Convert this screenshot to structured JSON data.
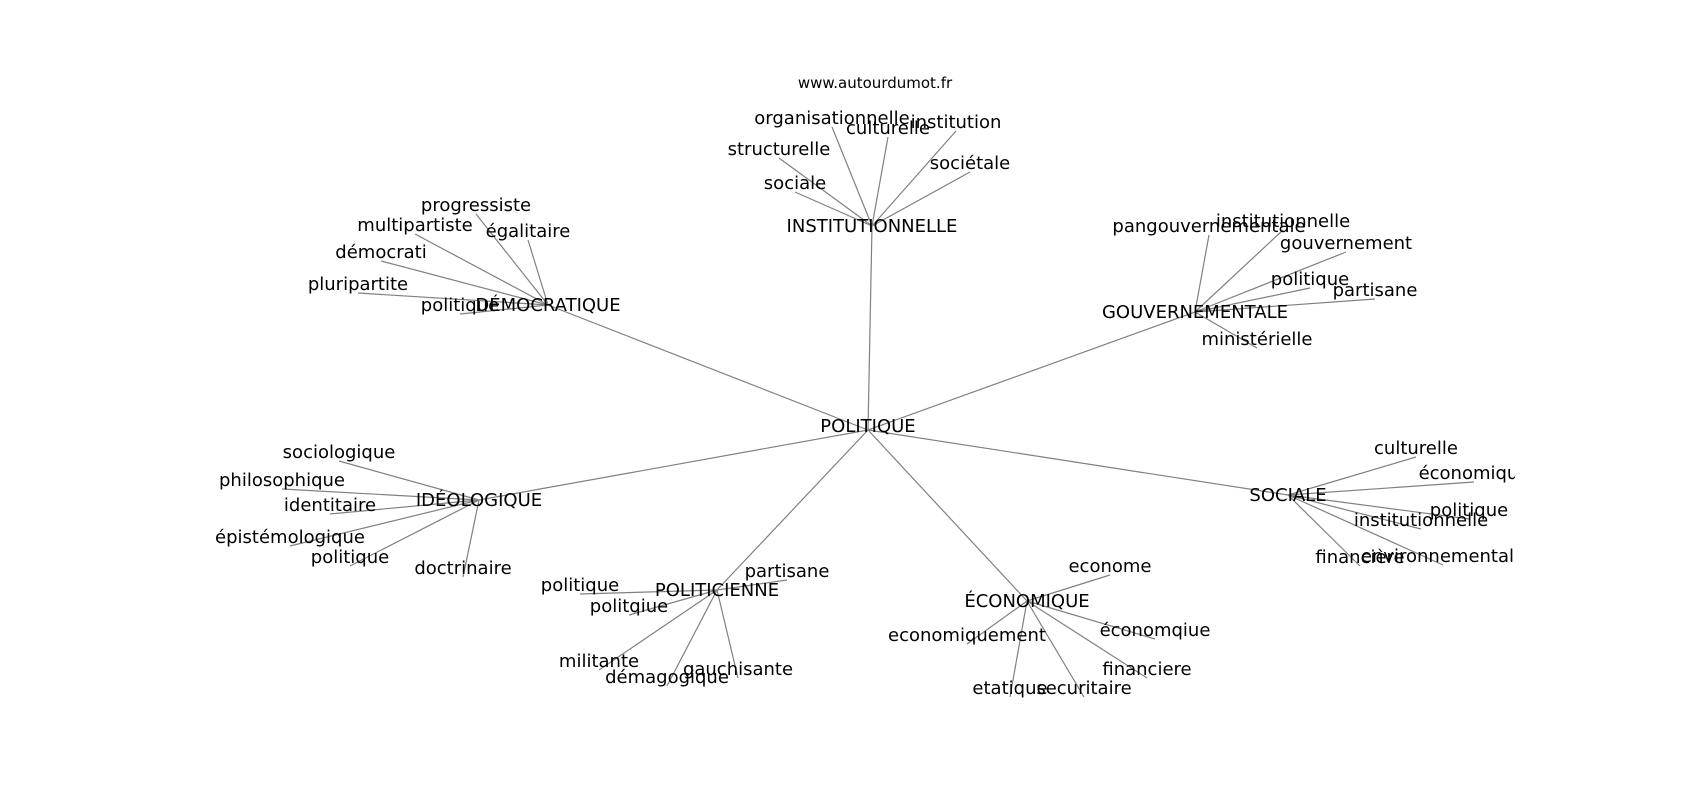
{
  "watermark": "www.autourdumot.fr",
  "root": "POLITIQUE",
  "branches": [
    {
      "label": "INSTITUTIONNELLE",
      "leaves": [
        "organisationnelle",
        "culturelle",
        "institution",
        "structurelle",
        "sociale",
        "sociétale"
      ]
    },
    {
      "label": "DÉMOCRATIQUE",
      "leaves": [
        "progressiste",
        "multipartiste",
        "égalitaire",
        "démocrati",
        "pluripartite",
        "politique"
      ]
    },
    {
      "label": "GOUVERNEMENTALE",
      "leaves": [
        "pangouvernementale",
        "institutionnelle",
        "gouvernement",
        "politique",
        "partisane",
        "ministérielle"
      ]
    },
    {
      "label": "IDÉOLOGIQUE",
      "leaves": [
        "sociologique",
        "philosophique",
        "identitaire",
        "épistémologique",
        "politique",
        "doctrinaire"
      ]
    },
    {
      "label": "SOCIALE",
      "leaves": [
        "culturelle",
        "économique",
        "politique",
        "institutionnelle",
        "financière",
        "environnementale"
      ]
    },
    {
      "label": "POLITICIENNE",
      "leaves": [
        "partisane",
        "politique",
        "politqiue",
        "militante",
        "démagogique",
        "gauchisante"
      ]
    },
    {
      "label": "ÉCONOMIQUE",
      "leaves": [
        "econome",
        "economiquement",
        "économqiue",
        "financiere",
        "etatique",
        "securitaire"
      ]
    }
  ]
}
